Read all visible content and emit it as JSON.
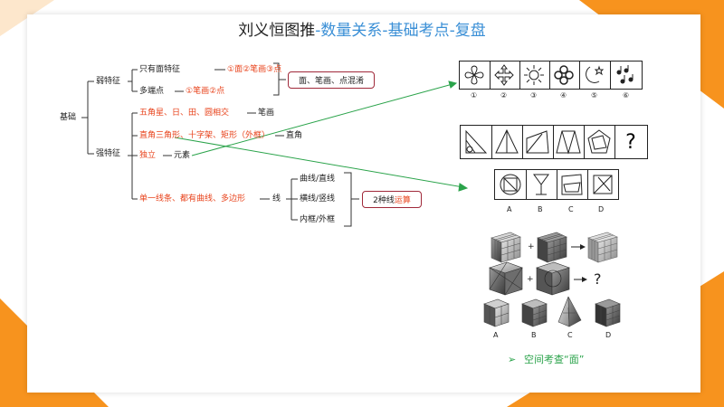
{
  "title": {
    "main": "刘义恒图推",
    "sub": "-数量关系-基础考点-复盘"
  },
  "colors": {
    "accent_orange": "#f7931e",
    "accent_red": "#e8431c",
    "title_blue": "#3a8fd6",
    "arrow_green": "#2aa34a",
    "box_border": "#a0293a"
  },
  "mindmap": {
    "root": "基础",
    "weak": {
      "label": "弱特征",
      "item1_prefix": "只有面特征",
      "item1_value": "①面②笔画③点",
      "item2_prefix": "多端点",
      "item2_value": "①笔画②点",
      "summary": "面、笔画、点混淆"
    },
    "strong": {
      "label": "强特征",
      "row1": "五角星、日、田、圆相交",
      "row1_tail": "笔画",
      "row2": "直角三角形、十字架、矩形（外框）",
      "row2_tail": "直角",
      "row3": "独立",
      "row3_tail": "元素",
      "row4": "单一线条、都有曲线、多边形",
      "row4_tail": "线",
      "line_types": [
        "曲线/直线",
        "横线/竖线",
        "内框/外框"
      ],
      "summary_prefix": "2种线",
      "summary_suffix": "运算"
    }
  },
  "right": {
    "strip1_numbers": [
      "①",
      "②",
      "③",
      "④",
      "⑤",
      "⑥"
    ],
    "strip2_question": "?",
    "strip3_labels": [
      "A",
      "B",
      "C",
      "D"
    ],
    "cube_plus": "+",
    "cube_arrow": "→",
    "cube_question": "?",
    "cube_labels": [
      "A",
      "B",
      "C",
      "D"
    ],
    "caption_bullet": "➢",
    "caption": "空间考查“面”"
  }
}
